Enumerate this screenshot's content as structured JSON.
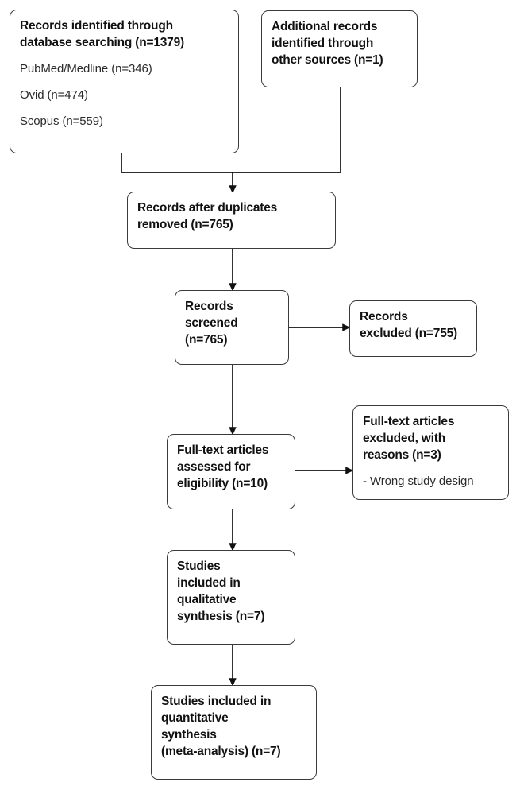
{
  "diagram": {
    "type": "prisma-flow-diagram",
    "colors": {
      "background": "#ffffff",
      "box_border": "#3a3a3a",
      "connector": "#111111",
      "heading_text": "#111111",
      "body_text": "#2b2b2b"
    }
  },
  "nodes": {
    "database_searching": {
      "heading": [
        "Records identified through",
        "database searching (n=1379)"
      ],
      "sources": [
        "PubMed/Medline (n=346)",
        "Ovid (n=474)",
        "Scopus (n=559)"
      ],
      "count": 1379
    },
    "other_sources": {
      "heading": [
        "Additional records",
        "identified through",
        "other sources (n=1)"
      ],
      "count": 1
    },
    "duplicates_removed": {
      "heading": [
        "Records after duplicates",
        "removed (n=765)"
      ],
      "count": 765
    },
    "records_screened": {
      "heading": [
        "Records",
        "screened",
        "(n=765)"
      ],
      "count": 765
    },
    "records_excluded": {
      "heading": [
        "Records",
        "excluded (n=755)"
      ],
      "count": 755
    },
    "fulltext_assessed": {
      "heading": [
        "Full-text articles",
        "assessed for",
        "eligibility (n=10)"
      ],
      "count": 10
    },
    "fulltext_excluded": {
      "heading": [
        "Full-text articles",
        "excluded, with",
        "reasons (n=3)"
      ],
      "reasons": [
        "- Wrong study design"
      ],
      "count": 3
    },
    "qualitative_synthesis": {
      "heading": [
        "Studies",
        "included in",
        "qualitative",
        "synthesis (n=7)"
      ],
      "count": 7
    },
    "quantitative_synthesis": {
      "heading": [
        "Studies included in",
        "quantitative",
        "synthesis",
        "(meta-analysis) (n=7)"
      ],
      "count": 7
    }
  }
}
